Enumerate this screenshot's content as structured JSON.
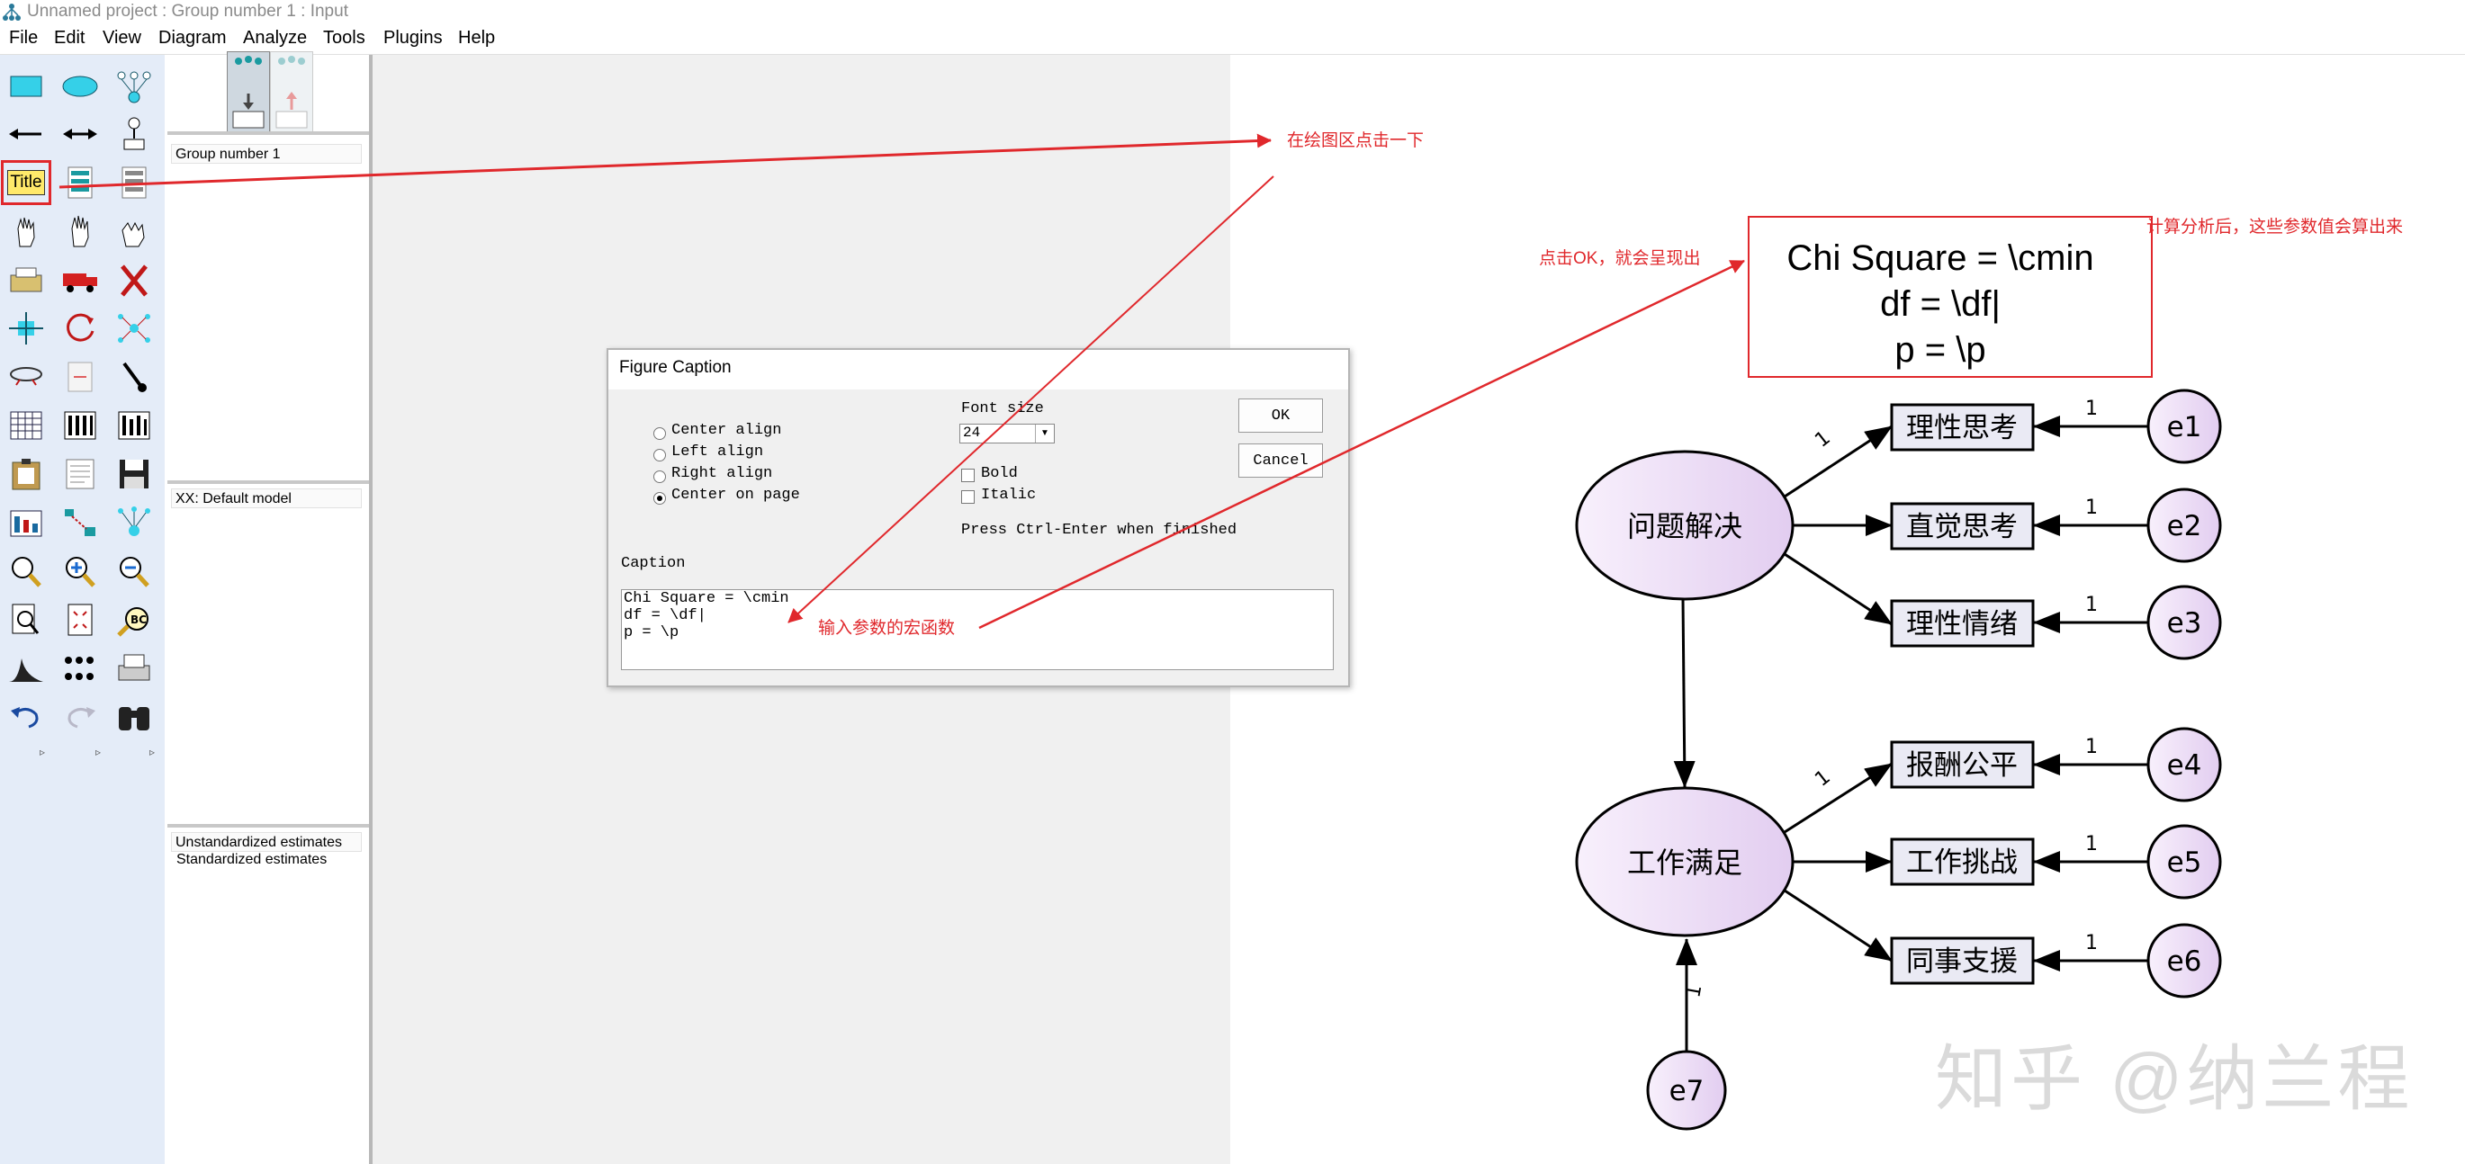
{
  "window": {
    "title": "Unnamed project : Group number 1 : Input"
  },
  "menu": [
    "File",
    "Edit",
    "View",
    "Diagram",
    "Analyze",
    "Tools",
    "Plugins",
    "Help"
  ],
  "toolbox": {
    "title_tool_label": "Title",
    "scroll_arrows": [
      "▹",
      "▹",
      "▹"
    ]
  },
  "panel": {
    "group": "Group number 1",
    "model": "XX: Default model",
    "estimates": [
      "Unstandardized estimates",
      "Standardized estimates"
    ]
  },
  "dialog": {
    "title": "Figure Caption",
    "alignment_options": [
      "Center align",
      "Left align",
      "Right align",
      "Center on page"
    ],
    "alignment_selected": "Center on page",
    "font_size_label": "Font size",
    "font_size_value": "24",
    "bold_label": "Bold",
    "italic_label": "Italic",
    "bold_checked": false,
    "italic_checked": false,
    "hint": "Press Ctrl-Enter when finished",
    "caption_label": "Caption",
    "caption_lines": [
      "Chi Square = \\cmin",
      "df = \\df|",
      "p = \\p"
    ],
    "ok_label": "OK",
    "cancel_label": "Cancel"
  },
  "annotations": {
    "click_area": "在绘图区点击一下",
    "macro_input": "输入参数的宏函数",
    "click_ok": "点击OK，就会呈现出",
    "after_calc": "计算分析后，这些参数值会算出来"
  },
  "figure_caption": [
    "Chi Square = \\cmin",
    "df = \\df|",
    "p = \\p"
  ],
  "path_diagram": {
    "latents": [
      "问题解决",
      "工作满足"
    ],
    "observed": [
      "理性思考",
      "直觉思考",
      "理性情绪",
      "报酬公平",
      "工作挑战",
      "同事支援"
    ],
    "errors": [
      "e1",
      "e2",
      "e3",
      "e4",
      "e5",
      "e6",
      "e7"
    ],
    "weight_label": "1"
  },
  "watermark": "知乎 @纳兰程"
}
